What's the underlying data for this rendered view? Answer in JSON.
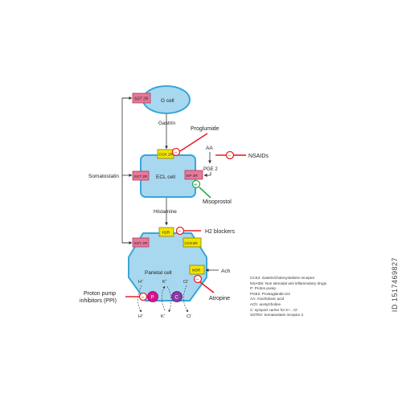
{
  "cells": {
    "g_cell": "G cell",
    "ecl_cell": "ECL cell",
    "parietal_cell": "Parietal cell"
  },
  "receptors": {
    "sst2r_g": "SST 2R",
    "cck2r_ecl": "CCK 2R",
    "sst2r_ecl": "SST 2R",
    "ep3r": "EP 3R",
    "h2r": "H2R",
    "sst2r_parietal": "SST 2R",
    "cck2r_parietal": "CCK2R",
    "m3r": "M3R"
  },
  "mediators": {
    "gastrin": "Gastrin",
    "histamine": "Histamine",
    "somatostatin": "Somatostatin",
    "aa": "AA",
    "pge2": "PGE 2",
    "ach": "Ach"
  },
  "drugs": {
    "proglumide": "Proglumide",
    "nsaids": "NSAIDs",
    "misoprostol": "Misoprostol",
    "h2_blockers": "H2 blockers",
    "atropine": "Atropine",
    "ppi_line1": "Proton pump",
    "ppi_line2": "inhibitors (PPI)"
  },
  "transporters": {
    "pump": "P",
    "symport": "C"
  },
  "ions": {
    "h_in": "H+",
    "k_in": "K+",
    "cl_in": "Cl-",
    "h_out": "H+",
    "k_out": "K+",
    "cl_out": "Cl-"
  },
  "signs": {
    "minus": "−",
    "plus": "+"
  },
  "legend": [
    "CCK2: Gastrin/cholecystokinin receptor",
    "NSAIDs: Non steroidal anti inflammatory drugs",
    "P: Proton pump",
    "PGE2: Prostaglandin E2",
    "AA: Arachidonic acid",
    "ACh: acetylcholine",
    "C: symport carrier for K+ , Cl-",
    "SSTR2: Somatostatin receptor 2"
  ],
  "side_id": "ID 1517469827",
  "colors": {
    "cell_fill": "#a8d8f0",
    "cell_stroke": "#3aa6d8",
    "sst_fill": "#e8789a",
    "yellow_receptor": "#f2e400",
    "inhibit_red": "#e8202a",
    "stimulate_green": "#2aa84a",
    "pump_magenta": "#d8148c",
    "symport_purple": "#8a3aa8"
  }
}
